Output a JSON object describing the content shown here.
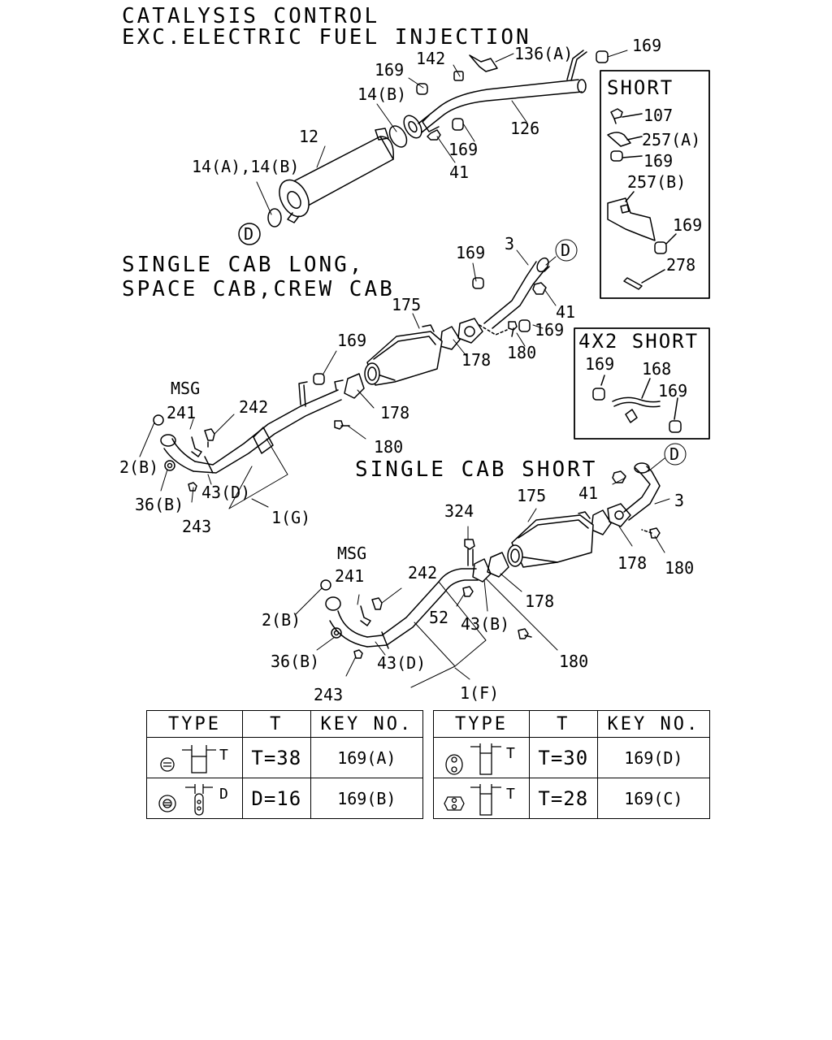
{
  "titles": {
    "catalysis_line1": "CATALYSIS CONTROL",
    "catalysis_line2": "EXC.ELECTRIC FUEL INJECTION",
    "long_line1": "SINGLE CAB LONG,",
    "long_line2": "SPACE CAB,CREW CAB",
    "short": "SINGLE CAB SHORT"
  },
  "boxes": {
    "short": "SHORT",
    "short_4x2": "4X2 SHORT"
  },
  "callouts": {
    "c169_top": "169",
    "c142": "142",
    "c136a": "136(A)",
    "c169_b": "169",
    "c14b": "14(B)",
    "c12": "12",
    "c126": "126",
    "c169_c": "169",
    "c41_a": "41",
    "c14ab": "14(A),14(B)",
    "d1": "D",
    "s107": "107",
    "s257a": "257(A)",
    "s169_a": "169",
    "s257b": "257(B)",
    "s169_b": "169",
    "s278": "278",
    "l169_a": "169",
    "l3": "3",
    "d2": "D",
    "l41": "41",
    "l175": "175",
    "l169_b": "169",
    "l178_a": "178",
    "l180_a": "180",
    "l169_c": "169",
    "l178_b": "178",
    "l180_b": "180",
    "msg_a": "MSG",
    "l241": "241",
    "l242": "242",
    "l2b": "2(B)",
    "l36b": "36(B)",
    "l43d": "43(D)",
    "l243": "243",
    "l1g": "1(G)",
    "b169_a": "169",
    "b168": "168",
    "b169_b": "169",
    "d3": "D",
    "r41": "41",
    "r3": "3",
    "r175": "175",
    "r324": "324",
    "r178_a": "178",
    "r180_a": "180",
    "msg_b": "MSG",
    "r241": "241",
    "r242": "242",
    "r178_b": "178",
    "r2b": "2(B)",
    "r52": "52",
    "r43b": "43(B)",
    "r36b": "36(B)",
    "r43d": "43(D)",
    "r180_b": "180",
    "r243": "243",
    "r1f": "1(F)"
  },
  "tables": {
    "headers": [
      "TYPE",
      "T",
      "KEY NO."
    ],
    "left": [
      {
        "dim_mark": "T",
        "t": "T=38",
        "key": "169(A)"
      },
      {
        "dim_mark": "D",
        "t": "D=16",
        "key": "169(B)"
      }
    ],
    "right": [
      {
        "dim_mark": "T",
        "t": "T=30",
        "key": "169(D)"
      },
      {
        "dim_mark": "T",
        "t": "T=28",
        "key": "169(C)"
      }
    ]
  }
}
